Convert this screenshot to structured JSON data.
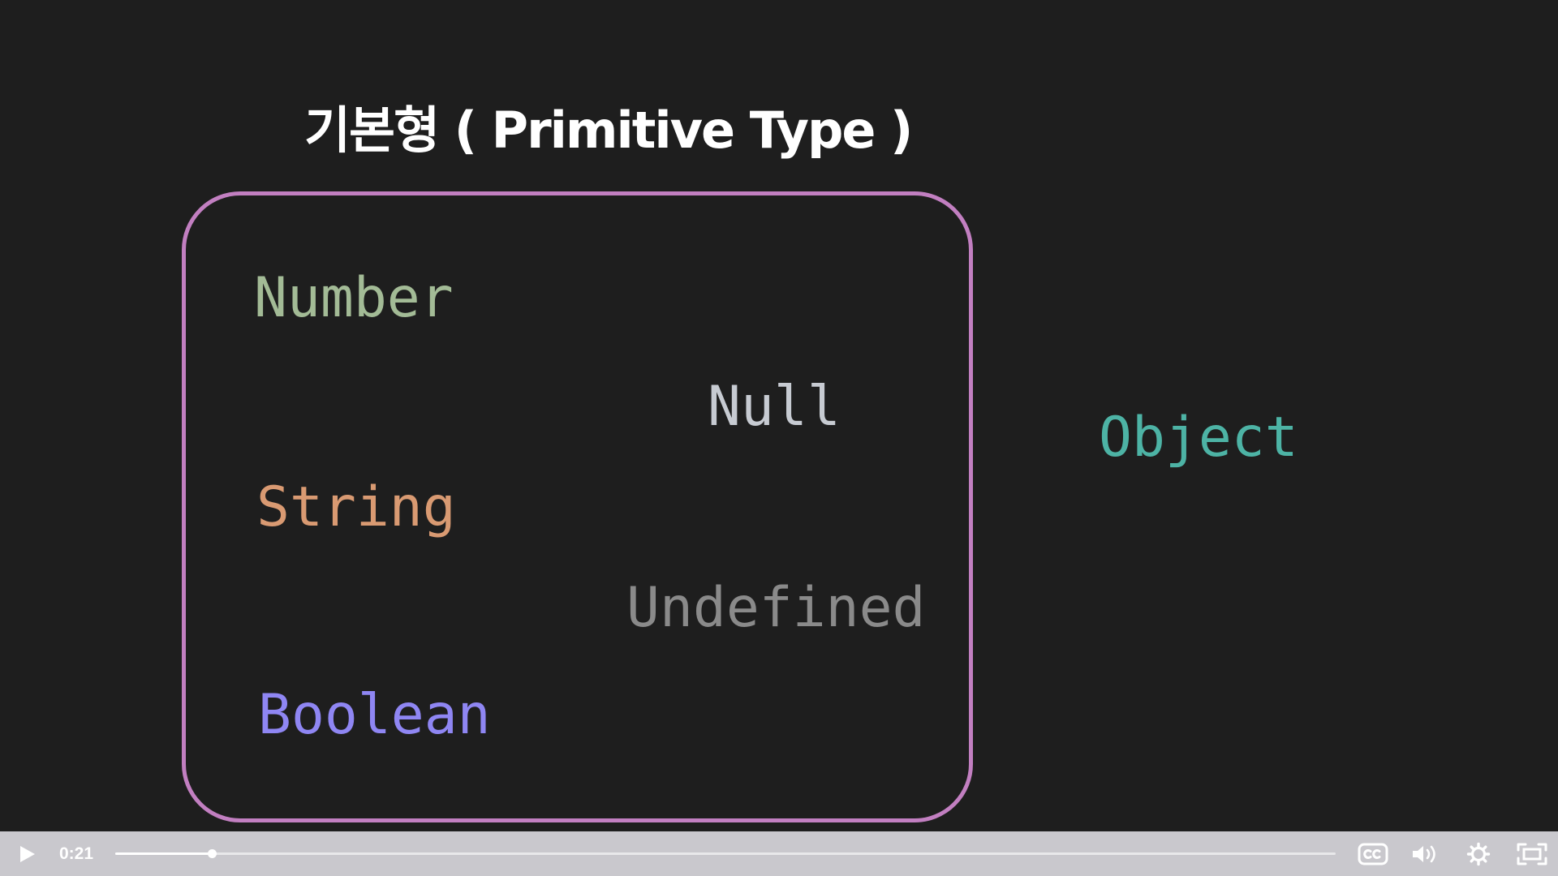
{
  "slide": {
    "title": "기본형 ( Primitive Type )",
    "box_color": "#c27fc1",
    "primitive_types": [
      {
        "label": "Number",
        "color": "#a3bb96"
      },
      {
        "label": "Null",
        "color": "#c7cbd2"
      },
      {
        "label": "String",
        "color": "#d99a72"
      },
      {
        "label": "Undefined",
        "color": "#8a8a8a"
      },
      {
        "label": "Boolean",
        "color": "#8f86f3"
      }
    ],
    "other_type": {
      "label": "Object",
      "color": "#4db3a5"
    }
  },
  "player": {
    "current_time": "0:21",
    "progress_fraction": 0.079,
    "icons": {
      "play": "play-icon",
      "captions": "closed-captions-icon",
      "volume": "volume-icon",
      "settings": "gear-icon",
      "fullscreen": "fullscreen-icon"
    }
  }
}
